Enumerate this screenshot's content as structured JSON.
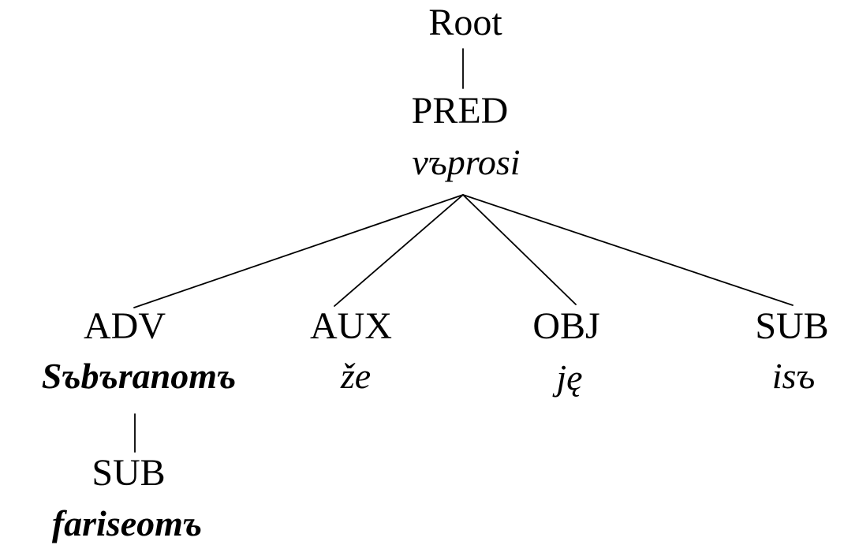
{
  "diagram": {
    "type": "dependency-tree",
    "colors": {
      "text": "#000000",
      "background": "#ffffff",
      "edge": "#000000"
    },
    "tree": {
      "root": {
        "label": "Root"
      },
      "pred": {
        "label": "PRED",
        "word": "vъprosi"
      },
      "adv": {
        "label": "ADV",
        "word": "Sъbъranomъ"
      },
      "aux": {
        "label": "AUX",
        "word": "že"
      },
      "obj": {
        "label": "OBJ",
        "word": "ję"
      },
      "sub": {
        "label": "SUB",
        "word": "isъ"
      },
      "adv_sub": {
        "label": "SUB",
        "word": "fariseomъ"
      }
    },
    "edges": [
      {
        "from": "Root",
        "to": "PRED"
      },
      {
        "from": "PRED (vъprosi)",
        "to": "ADV (Sъbъranomъ)"
      },
      {
        "from": "PRED (vъprosi)",
        "to": "AUX (že)"
      },
      {
        "from": "PRED (vъprosi)",
        "to": "OBJ (ję)"
      },
      {
        "from": "PRED (vъprosi)",
        "to": "SUB (isъ)"
      },
      {
        "from": "ADV (Sъbъranomъ)",
        "to": "SUB (fariseomъ)"
      }
    ]
  }
}
